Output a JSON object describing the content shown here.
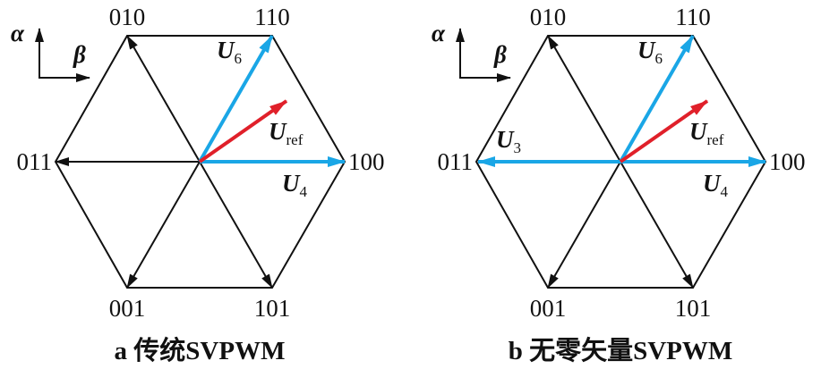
{
  "colors": {
    "edge": "#111111",
    "active": "#1aa6e6",
    "ref": "#e0202a"
  },
  "axes": {
    "alpha": "α",
    "beta": "β"
  },
  "states": {
    "v010": "010",
    "v110": "110",
    "v011": "011",
    "v100": "100",
    "v001": "001",
    "v101": "101"
  },
  "vectors": {
    "U": "U",
    "u6_sub": "6",
    "u4_sub": "4",
    "u3_sub": "3",
    "ref_sub": "ref"
  },
  "panels": [
    {
      "caption": "a  传统SVPWM",
      "active_vectors": [
        "110",
        "100"
      ],
      "show_u3": false
    },
    {
      "caption": "b  无零矢量SVPWM",
      "active_vectors": [
        "110",
        "100",
        "011"
      ],
      "show_u3": true
    }
  ]
}
